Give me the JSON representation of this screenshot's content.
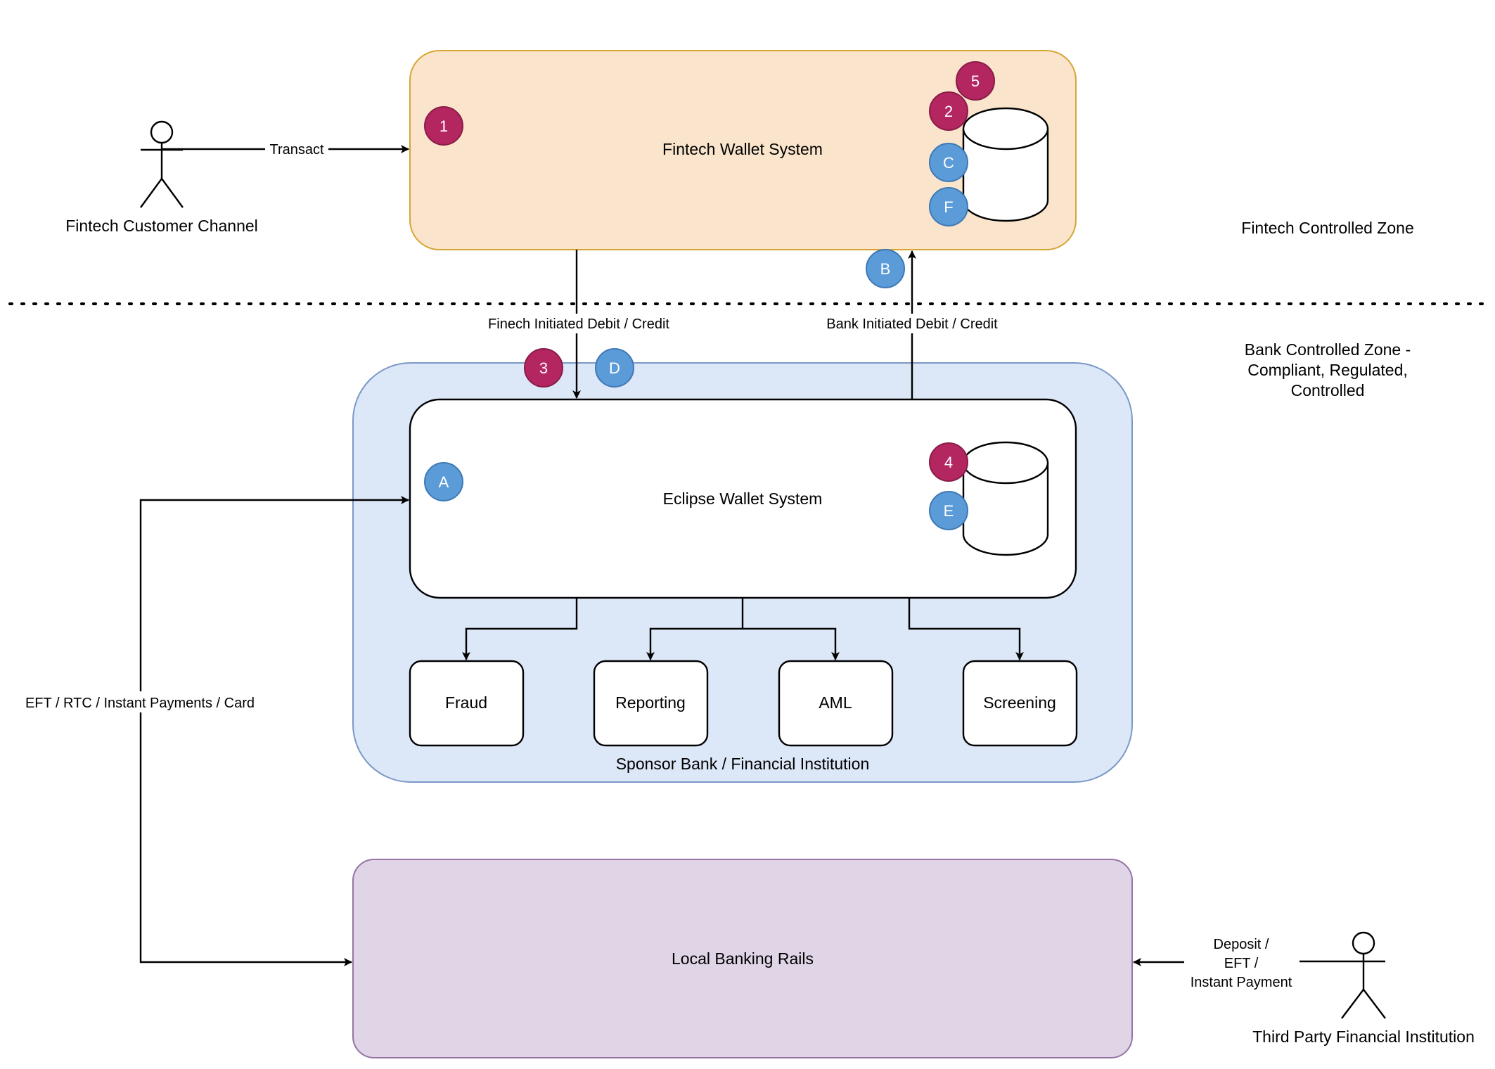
{
  "colors": {
    "fintech_fill": "#fae5cc",
    "fintech_stroke": "#d6a534",
    "bank_fill": "#dce7f8",
    "bank_stroke": "#7a98c7",
    "rails_fill": "#e0d5e7",
    "rails_stroke": "#9673a6",
    "badge_red": "#b32660",
    "badge_red_stroke": "#8a1c48",
    "badge_blue": "#5b9bd8",
    "badge_blue_stroke": "#3f79b4"
  },
  "nodes": {
    "fintech_wallet": "Fintech Wallet System",
    "eclipse_wallet": "Eclipse Wallet System",
    "sponsor_bank": "Sponsor Bank / Financial Institution",
    "local_rails": "Local Banking Rails",
    "fraud": "Fraud",
    "reporting": "Reporting",
    "aml": "AML",
    "screening": "Screening"
  },
  "actors": {
    "fintech_customer": "Fintech Customer Channel",
    "third_party": "Third Party Financial Institution"
  },
  "zones": {
    "fintech": "Fintech Controlled Zone",
    "bank_lines": [
      "Bank Controlled Zone -",
      "Compliant, Regulated,",
      "Controlled"
    ]
  },
  "edges": {
    "transact": "Transact",
    "fintech_initiated": "Finech Initiated Debit / Credit",
    "bank_initiated": "Bank Initiated Debit / Credit",
    "eft_rtc": "EFT / RTC / Instant Payments / Card",
    "deposit_lines": [
      "Deposit /",
      "EFT /",
      "Instant Payment"
    ]
  },
  "badges": {
    "b1": "1",
    "b2": "2",
    "b3": "3",
    "b4": "4",
    "b5": "5",
    "bA": "A",
    "bB": "B",
    "bC": "C",
    "bD": "D",
    "bE": "E",
    "bF": "F"
  }
}
